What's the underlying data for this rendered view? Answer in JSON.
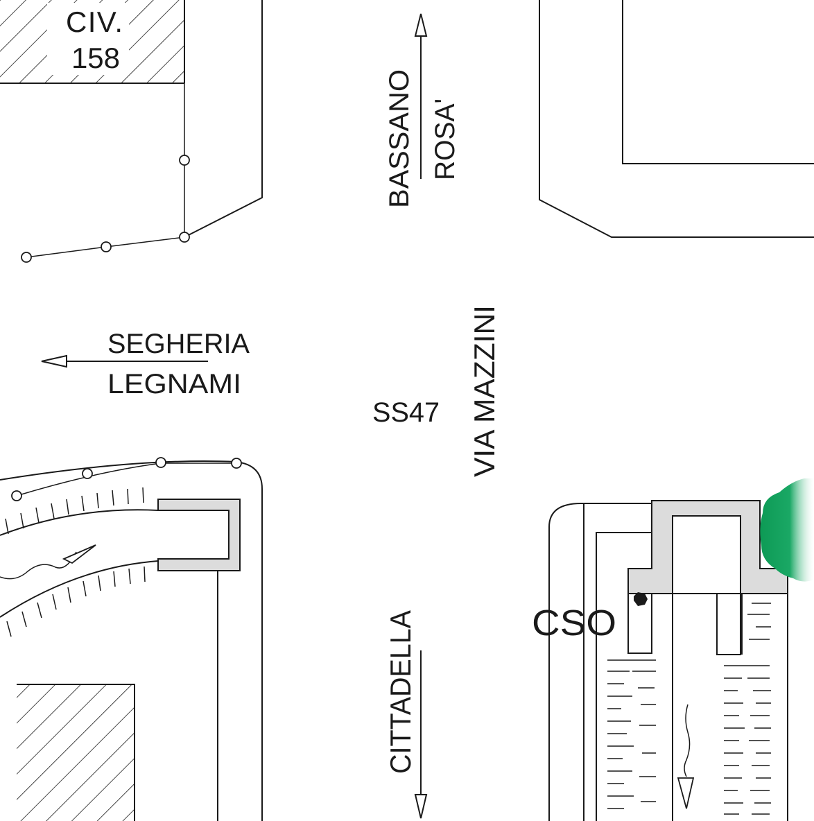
{
  "labels": {
    "civic_line1": "CIV.",
    "civic_line2": "158",
    "dir_north_1": "BASSANO",
    "dir_north_2": "ROSA'",
    "dir_west_1": "SEGHERIA",
    "dir_west_2": "LEGNAMI",
    "road_code": "SS47",
    "street_name": "VIA MAZZINI",
    "dir_south": "CITTADELLA",
    "gauge_code": "CSO"
  },
  "colors": {
    "line": "#1a1a1a",
    "structure_fill": "#dcdcdc",
    "vegetation": "#0d9a55",
    "background": "#ffffff"
  }
}
